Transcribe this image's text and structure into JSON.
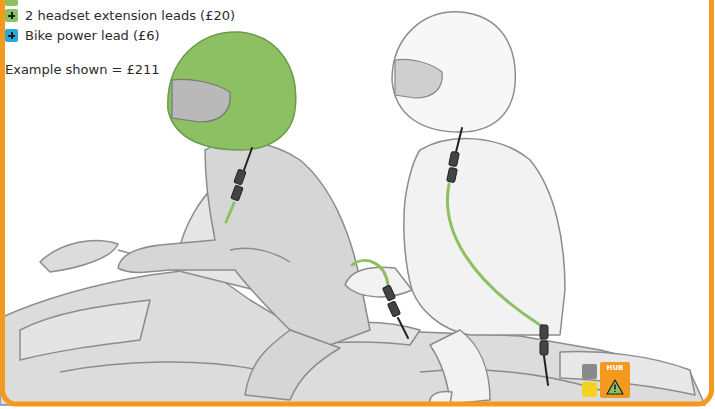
{
  "diagram": {
    "nodes": [
      {
        "text": [
          "HUB"
        ]
      }
    ],
    "labels": [
      "Example shown = £211"
    ],
    "legend": [
      {
        "text": "2 headset extension leads (£20)",
        "color": "#8dc063"
      },
      {
        "text": "Bike power lead (£6)",
        "color": "#29a9d9"
      }
    ]
  }
}
